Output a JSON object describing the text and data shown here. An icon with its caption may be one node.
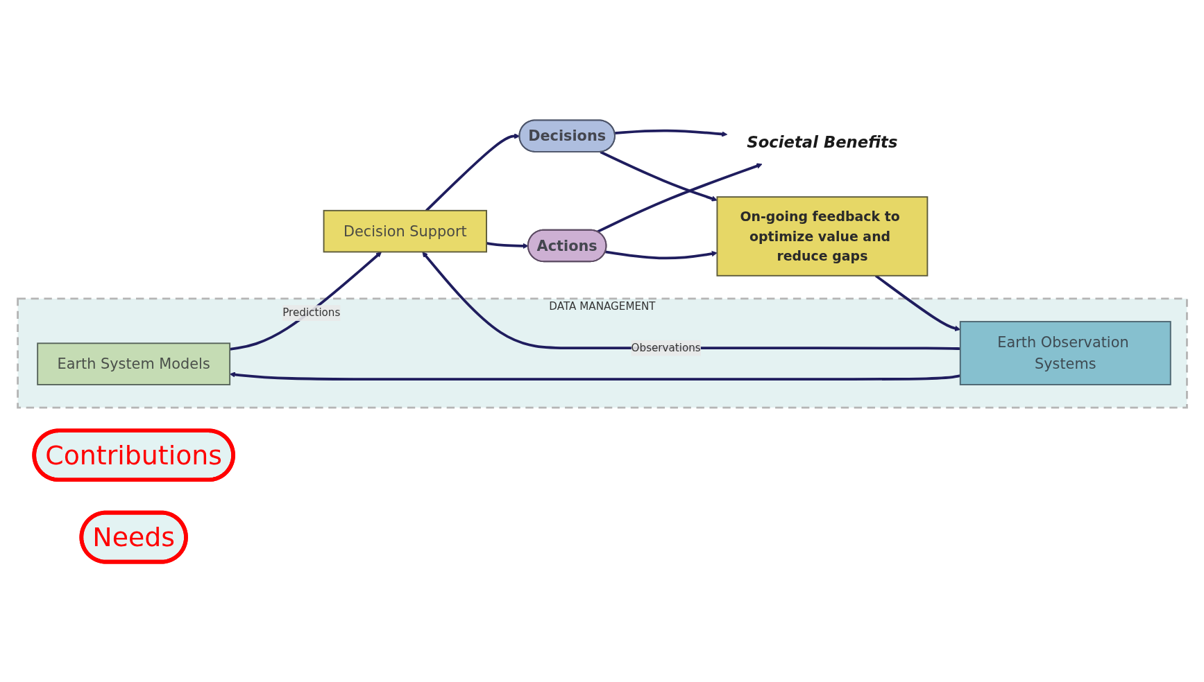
{
  "diagram": {
    "nodes": [
      {
        "text": [
          "DATA MANAGEMENT"
        ]
      },
      {
        "text": [
          "Earth System Models"
        ],
        "in": 0
      },
      {
        "text": [
          "Earth Observation Systems"
        ],
        "in": 0
      },
      {
        "text": [
          "Decision Support"
        ]
      },
      {
        "text": [
          "Decisions"
        ]
      },
      {
        "text": [
          "Actions"
        ]
      },
      {
        "text": [
          "Societal Benefits"
        ]
      },
      {
        "text": [
          "On-going feedback to optimize value and reduce gaps"
        ]
      },
      {
        "text": [
          "Contributions"
        ]
      },
      {
        "text": [
          "Needs"
        ]
      }
    ],
    "edges": [
      {
        "from": 2,
        "to": 1,
        "arrow": "to"
      },
      {
        "from": 1,
        "to": 3,
        "label": "Predictions",
        "arrow": "to"
      },
      {
        "from": 2,
        "to": 3,
        "label": "Observations",
        "arrow": "to"
      },
      {
        "from": 3,
        "to": 4,
        "arrow": "to"
      },
      {
        "from": 3,
        "to": 5,
        "arrow": "to"
      },
      {
        "from": 4,
        "to": 6,
        "arrow": "to"
      },
      {
        "from": 5,
        "to": 6,
        "arrow": "to"
      },
      {
        "from": 4,
        "to": 7,
        "arrow": "to"
      },
      {
        "from": 5,
        "to": 7,
        "arrow": "to"
      },
      {
        "from": 7,
        "to": 2,
        "arrow": "to"
      }
    ]
  }
}
